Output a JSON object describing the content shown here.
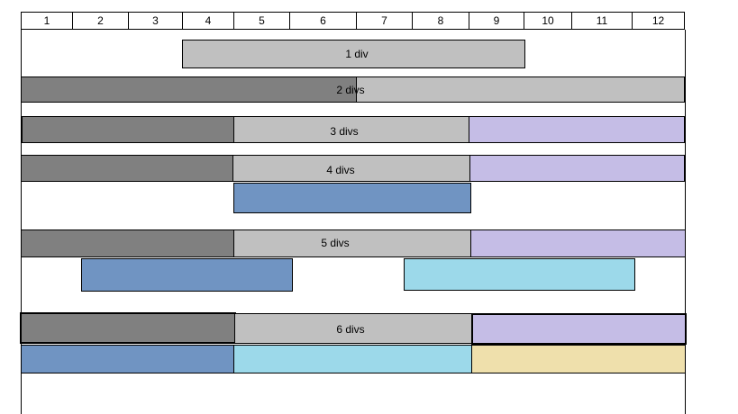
{
  "columns": [
    "1",
    "2",
    "3",
    "4",
    "5",
    "6",
    "7",
    "8",
    "9",
    "10",
    "11",
    "12"
  ],
  "colors": {
    "dark_gray": "#808080",
    "light_gray": "#c0c0c0",
    "lavender": "#c5bde6",
    "steel_blue": "#7094c2",
    "sky_blue": "#9cd9ea",
    "beige": "#efe0ac"
  },
  "rows": [
    {
      "label": "1 div"
    },
    {
      "label": "2 divs"
    },
    {
      "label": "3 divs"
    },
    {
      "label": "4 divs"
    },
    {
      "label": "5 divs"
    },
    {
      "label": "6 divs"
    }
  ]
}
